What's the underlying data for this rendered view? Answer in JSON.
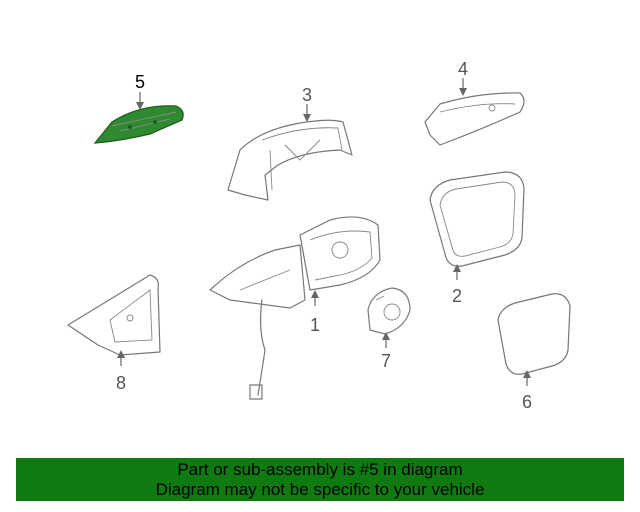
{
  "diagram": {
    "highlight_color": "#2f8a2f",
    "banner_color": "#0f7a0f",
    "callouts": [
      {
        "id": "5",
        "label": "5"
      },
      {
        "id": "3",
        "label": "3"
      },
      {
        "id": "4",
        "label": "4"
      },
      {
        "id": "1",
        "label": "1"
      },
      {
        "id": "2",
        "label": "2"
      },
      {
        "id": "7",
        "label": "7"
      },
      {
        "id": "8",
        "label": "8"
      },
      {
        "id": "6",
        "label": "6"
      }
    ]
  },
  "banner": {
    "line1": "Part or sub-assembly is #5 in diagram",
    "line2": "Diagram may not be specific to your vehicle"
  }
}
